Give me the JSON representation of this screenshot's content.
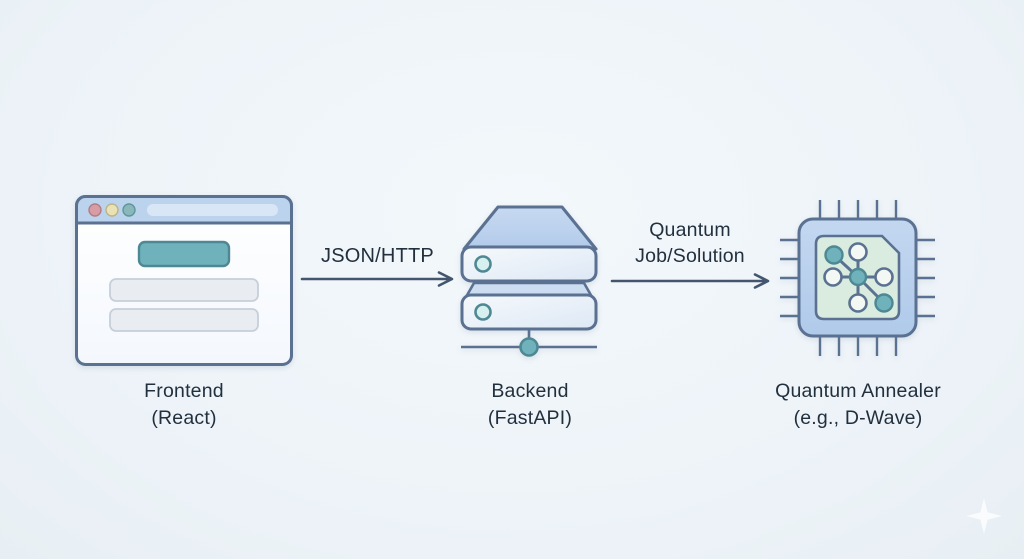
{
  "diagram": {
    "title": "Frontend to Quantum Annealer architecture flow",
    "nodes": [
      {
        "id": "frontend",
        "icon": "browser-window-icon",
        "label_line1": "Frontend",
        "label_line2": "(React)"
      },
      {
        "id": "backend",
        "icon": "server-stack-icon",
        "label_line1": "Backend",
        "label_line2": "(FastAPI)"
      },
      {
        "id": "annealer",
        "icon": "quantum-chip-icon",
        "label_line1": "Quantum Annealer",
        "label_line2": "(e.g., D-Wave)"
      }
    ],
    "edges": [
      {
        "from": "frontend",
        "to": "backend",
        "label_line1": "JSON/HTTP",
        "label_line2": ""
      },
      {
        "from": "backend",
        "to": "annealer",
        "label_line1": "Quantum",
        "label_line2": "Job/Solution"
      }
    ],
    "colors": {
      "background": "#edf3f8",
      "outline": "#5a7191",
      "arrow": "#44566e",
      "text": "#22303e",
      "light_blue": "#bcd3ee",
      "pale_blue": "#d8e6f5",
      "sliver_blue": "#ccddf2",
      "panel_white": "#fcfdff",
      "input_gray": "#e9edf2",
      "input_stroke": "#c6cfda",
      "teal": "#6fb2bc",
      "teal_dark": "#4d8893",
      "teal_light": "#d6efef",
      "mint": "#daecdf",
      "dot_red": "#d79ca4",
      "dot_yellow": "#eae2b4",
      "dot_teal": "#8ab8ba"
    }
  }
}
